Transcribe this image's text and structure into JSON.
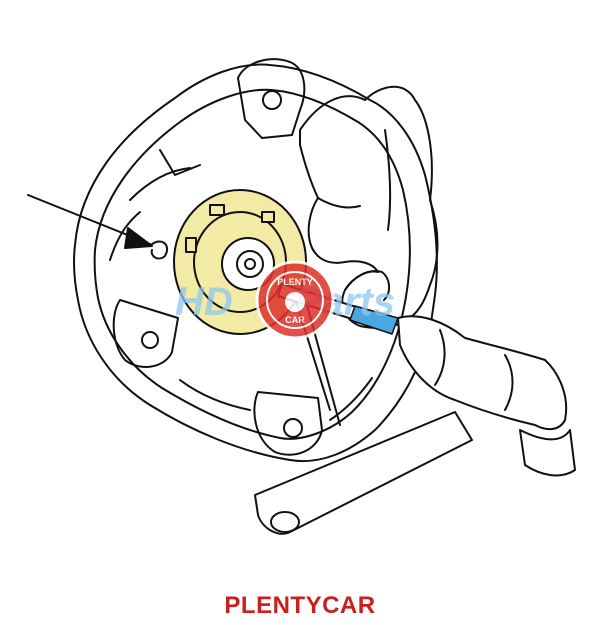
{
  "caption": "PLENTYCAR",
  "watermark": {
    "text": "HDParts",
    "seal_text": "PLENTYCAR"
  },
  "colors": {
    "line": "#111111",
    "highlight_fill": "#f3eaa6",
    "tool_tip": "#4aa8e0",
    "watermark_blue": "#8ec6ee",
    "watermark_red": "#e0302a",
    "caption": "#c8201e"
  }
}
